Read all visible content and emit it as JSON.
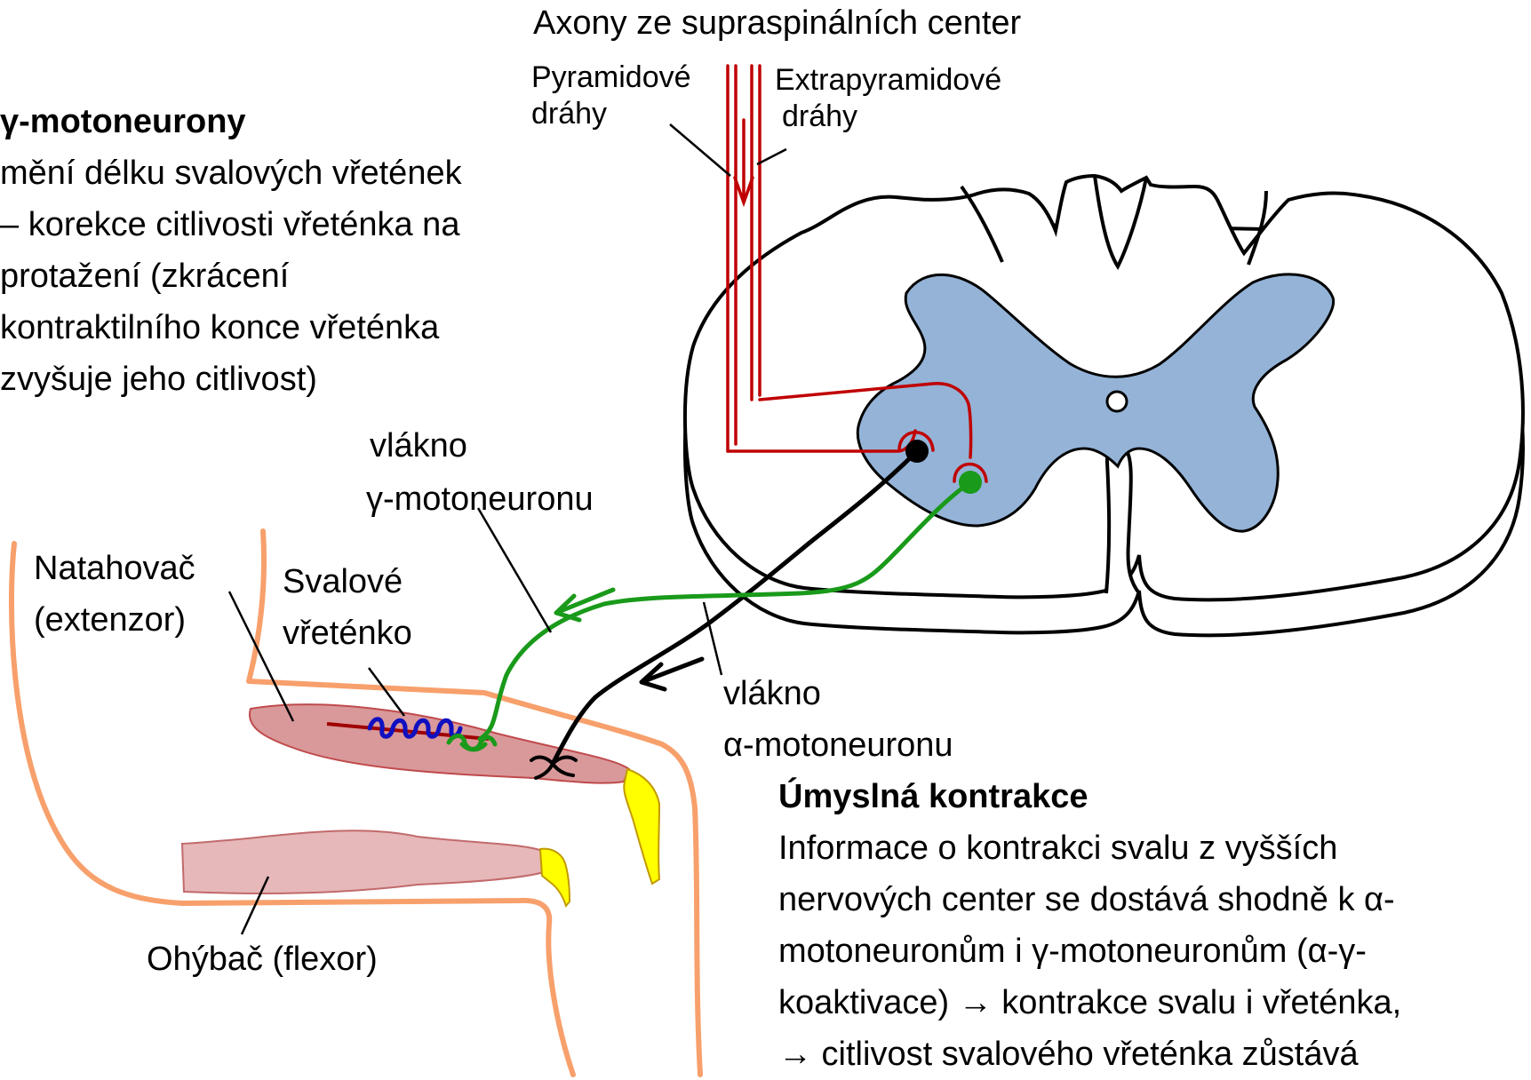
{
  "header": {
    "title": "Axony ze supraspinálních center"
  },
  "tracts": {
    "pyramidal": [
      "Pyramidové",
      "dráhy"
    ],
    "extrapyramidal": [
      "Extrapyramidové",
      "dráhy"
    ]
  },
  "gamma_box": {
    "heading": "γ-motoneurony",
    "lines": [
      "mění délku svalových vřetének",
      "– korekce citlivosti vřeténka na",
      "protažení (zkrácení",
      "kontraktilního konce vřeténka",
      "zvyšuje jeho citlivost)"
    ]
  },
  "labels": {
    "gamma_fiber": [
      "vlákno",
      "γ-motoneuronu"
    ],
    "alpha_fiber": [
      "vlákno",
      "α-motoneuronu"
    ],
    "extensor": [
      "Natahovač",
      "(extenzor)"
    ],
    "spindle": [
      "Svalové",
      "vřeténko"
    ],
    "flexor": "Ohýbač (flexor)"
  },
  "contraction_box": {
    "heading": "Úmyslná kontrakce",
    "lines": [
      "Informace o kontrakci svalu z vyšších",
      "nervových center se dostává shodně k α-",
      "motoneuronům i γ-motoneuronům (α-γ-",
      "koaktivace) → kontrakce svalu i vřeténka,",
      "→ citlivost svalového vřeténka zůstává"
    ]
  },
  "colors": {
    "gray_matter": "#94b3d7",
    "tract_red": "#c00000",
    "gamma_green": "#1a9a1a",
    "alpha_black": "#000000",
    "spindle_blue": "#1010c0",
    "extensor_fill": "#d9999b",
    "flexor_fill": "#e6b8b9",
    "tendon_yellow": "#ffff00",
    "skin_orange": "#f7a06c"
  }
}
